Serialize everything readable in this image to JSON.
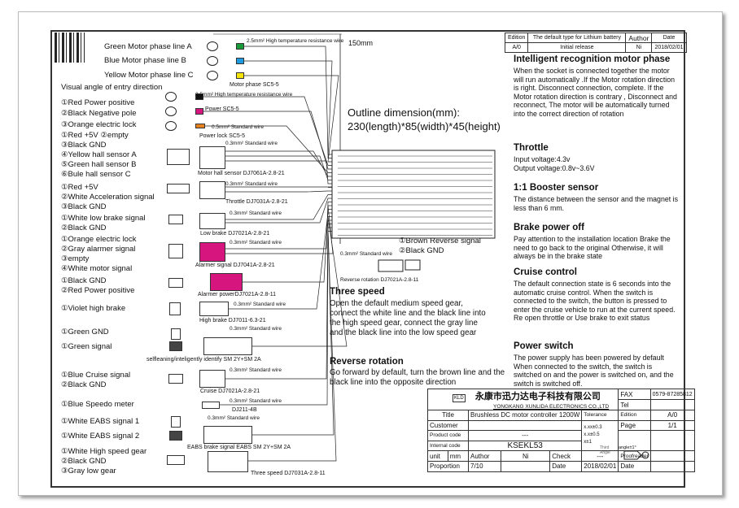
{
  "left_labels": [
    "Green Motor phase line A",
    "Blue  Motor phase line B",
    "Yellow  Motor phase line C",
    "Visual angle of entry direction",
    "①Red   Power positive",
    "②Black  Negative pole",
    "③Orange electric lock",
    "①Red +5V       ②empty",
    "③Black GND",
    "④Yellow hall sensor A",
    "⑤Green hall sensor B",
    "⑥Bule hall sensor C",
    "①Red  +5V",
    "②White Acceleration signal",
    "③Black GND",
    "①White  low  brake signal",
    "②Black GND",
    "①Orange electric lock",
    "②Gray alarmer signal",
    "③empty",
    "④White motor signal",
    "①Black  GND",
    "②Red Power positive",
    "①Violet  high brake",
    "①Green GND",
    "①Green signal",
    "①Blue  Cruise signal",
    "②Black GND",
    "①Blue  Speedo meter",
    "①White EABS signal 1",
    "①White EABS signal 2",
    "①White High speed gear",
    "②Black GND",
    "③Gray  low gear"
  ],
  "connector_labels": [
    "Motor phase SC5-5",
    "Power SC5-5",
    "Power lock SC5-5",
    "Motor hall sensor DJ7061A-2.8-21",
    "Throttle DJ7031A-2.8-21",
    "Low brake DJ7021A-2.8-21",
    "Alarmer signal DJ7041A-2.8-21",
    "Alarmer powerDJ7021A-2.8-11",
    "High brake DJ7011-6.3-21",
    "selfleaning/inteligently identify SM 2Y+SM 2A",
    "Cruise DJ7021A-2.8-21",
    "DJ211-4B",
    "EABS brake signal EABS SM 2Y+SM 2A",
    "Three speed DJ7031A-2.8-11"
  ],
  "wire_labels": {
    "high_temp": "2.5mm² High temperature resistance wire",
    "std05": "0.5mm² Standard wire",
    "std03": "0.3mm² Standard wire"
  },
  "center": {
    "length": "150mm",
    "outline_title": "Outline dimension(mm):",
    "outline_value": "230(length)*85(width)*45(height)",
    "reverse_1": "①Brown Reverse signal",
    "reverse_2": "②Black GND",
    "reverse_connector": "Reverse rotation DJ7021A-2.8-11",
    "three_speed_title": "Three speed",
    "three_speed_text": "Open the default medium speed gear, connect the white line and the black line into the high speed gear, connect the gray line and the black line into the low speed gear",
    "reverse_title": "Reverse rotation",
    "reverse_text": "Go forward by default, turn the brown line and the black line into the opposite direction"
  },
  "right_sections": [
    {
      "title": "Intelligent recognition motor phase",
      "text": "When the socket is connected together the motor will run automatically .If the Motor rotation direction is right. Disconnect connection, complete. If the Motor rotation direction  is contrary , Disconnect and reconnect, The motor will be automatically turned into the correct direction of rotation"
    },
    {
      "title": "Throttle",
      "text": "Input voltage:4.3v\nOutput voltage:0.8v~3.6V"
    },
    {
      "title": "1:1 Booster sensor",
      "text": "The distance between the sensor and the magnet is less than 6 mm."
    },
    {
      "title": "Brake power off",
      "text": "Pay attention to the installation location Brake the need to go back to the original Otherwise, it will always be in the brake state"
    },
    {
      "title": "Cruise control",
      "text": "The default connection state is 6 seconds into the automatic cruise control. When the switch is connected to the switch, the button is pressed to enter the cruise vehicle to run at the current speed. Re open throttle or Use brake to exit status"
    },
    {
      "title": "Power switch",
      "text": "The power supply has been powered by default When connected to the switch, the switch is switched on and the power is switched on, and the switch is switched off."
    }
  ],
  "revision": {
    "h1": "Edition",
    "h2": "The default type for Lithium battery",
    "h3": "Author",
    "h4": "Date",
    "v1": "A/0",
    "v2": "Initial release",
    "v3": "Ni",
    "v4": "2018/02/01"
  },
  "title_block": {
    "logo": "KLD",
    "company_cn": "永康市迅力达电子科技有限公司",
    "company_en": "YONGKANG XUNLIDA ELECTRONICS CO.,LTD",
    "fax": "FAX",
    "fax_no": "0579-87285812",
    "tel": "Tel",
    "title_l": "Title",
    "title_v": "Brushless DC motor controller 1200W",
    "tolerance": "Tolerance",
    "edition_l": "Edition",
    "edition_v": "A/0",
    "customer_l": "Customer",
    "tol1": "x.xx±0.3",
    "page_l": "Page",
    "page_v": "1/1",
    "product_l": "Product code",
    "product_v": "---",
    "tol2": "x.x±0.5",
    "tol3": "x±1",
    "internal_l": "Internal code",
    "internal_v": "KSEKL53",
    "tol4": "angle±1°",
    "angle_l": "Third Angle",
    "unit_l": "unit",
    "unit_v": "mm",
    "author_l": "Author",
    "author_v": "Ni",
    "check_l": "Check",
    "check_v": "---",
    "proof_l": "Proofreader",
    "prop_l": "Proportion",
    "prop_v": "7/10",
    "date_l": "Date",
    "date_v": "2018/02/01",
    "date2_l": "Date"
  },
  "colors": {
    "green": "#1a9b3a",
    "blue": "#1e9be0",
    "yellow": "#f5e40c",
    "magenta": "#d6157e",
    "orange": "#e8821e",
    "black": "#111111"
  }
}
